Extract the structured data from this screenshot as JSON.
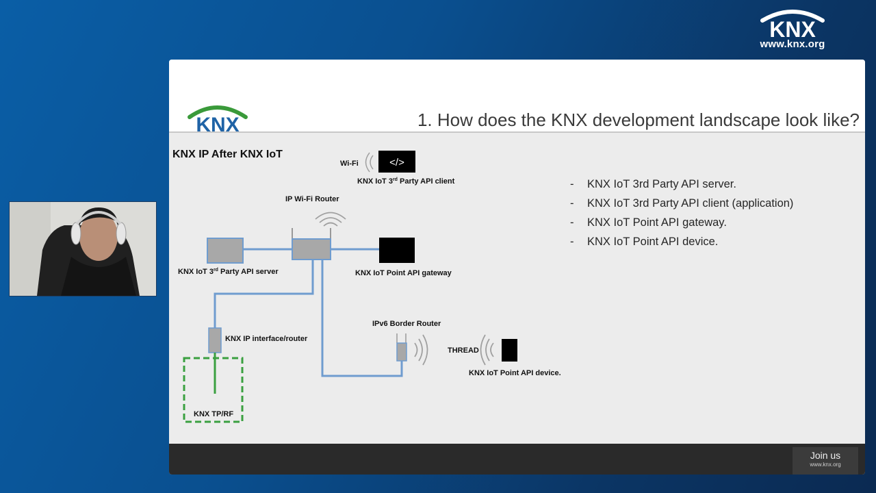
{
  "corner_brand": {
    "logo": "KNX",
    "url": "www.knx.org"
  },
  "webcam": {
    "icon": "presenter-video"
  },
  "slide": {
    "title": "1. How does the KNX development landscape look like?",
    "logo": "KNX",
    "diagram_heading": "KNX IP After KNX IoT",
    "bullets": [
      "KNX IoT 3rd Party API server.",
      "KNX IoT 3rd Party API client (application)",
      "KNX IoT Point API gateway.",
      "KNX IoT Point API device."
    ],
    "footer": {
      "join_label": "Join us",
      "join_url": "www.knx.org"
    }
  },
  "diagram": {
    "wifi_label": "Wi-Fi",
    "code_glyph": "</>",
    "client_label_pre": "KNX IoT 3",
    "client_label_sup": "rd",
    "client_label_post": " Party API client",
    "router_label": "IP Wi-Fi Router",
    "server_label_pre": "KNX IoT 3",
    "server_label_sup": "rd",
    "server_label_post": " Party API server",
    "gateway_label": "KNX IoT Point API gateway",
    "interface_label": "KNX IP interface/router",
    "border_router_label": "IPv6 Border Router",
    "thread_label": "THREAD",
    "device_label": "KNX IoT Point API device.",
    "tp_rf_label": "KNX TP/RF"
  },
  "colors": {
    "knx_green": "#3a9a3a",
    "knx_blue": "#1f63a6",
    "link_blue": "#6f9ccf",
    "device_gray": "#a8a8a8",
    "tp_green": "#3aa040"
  }
}
